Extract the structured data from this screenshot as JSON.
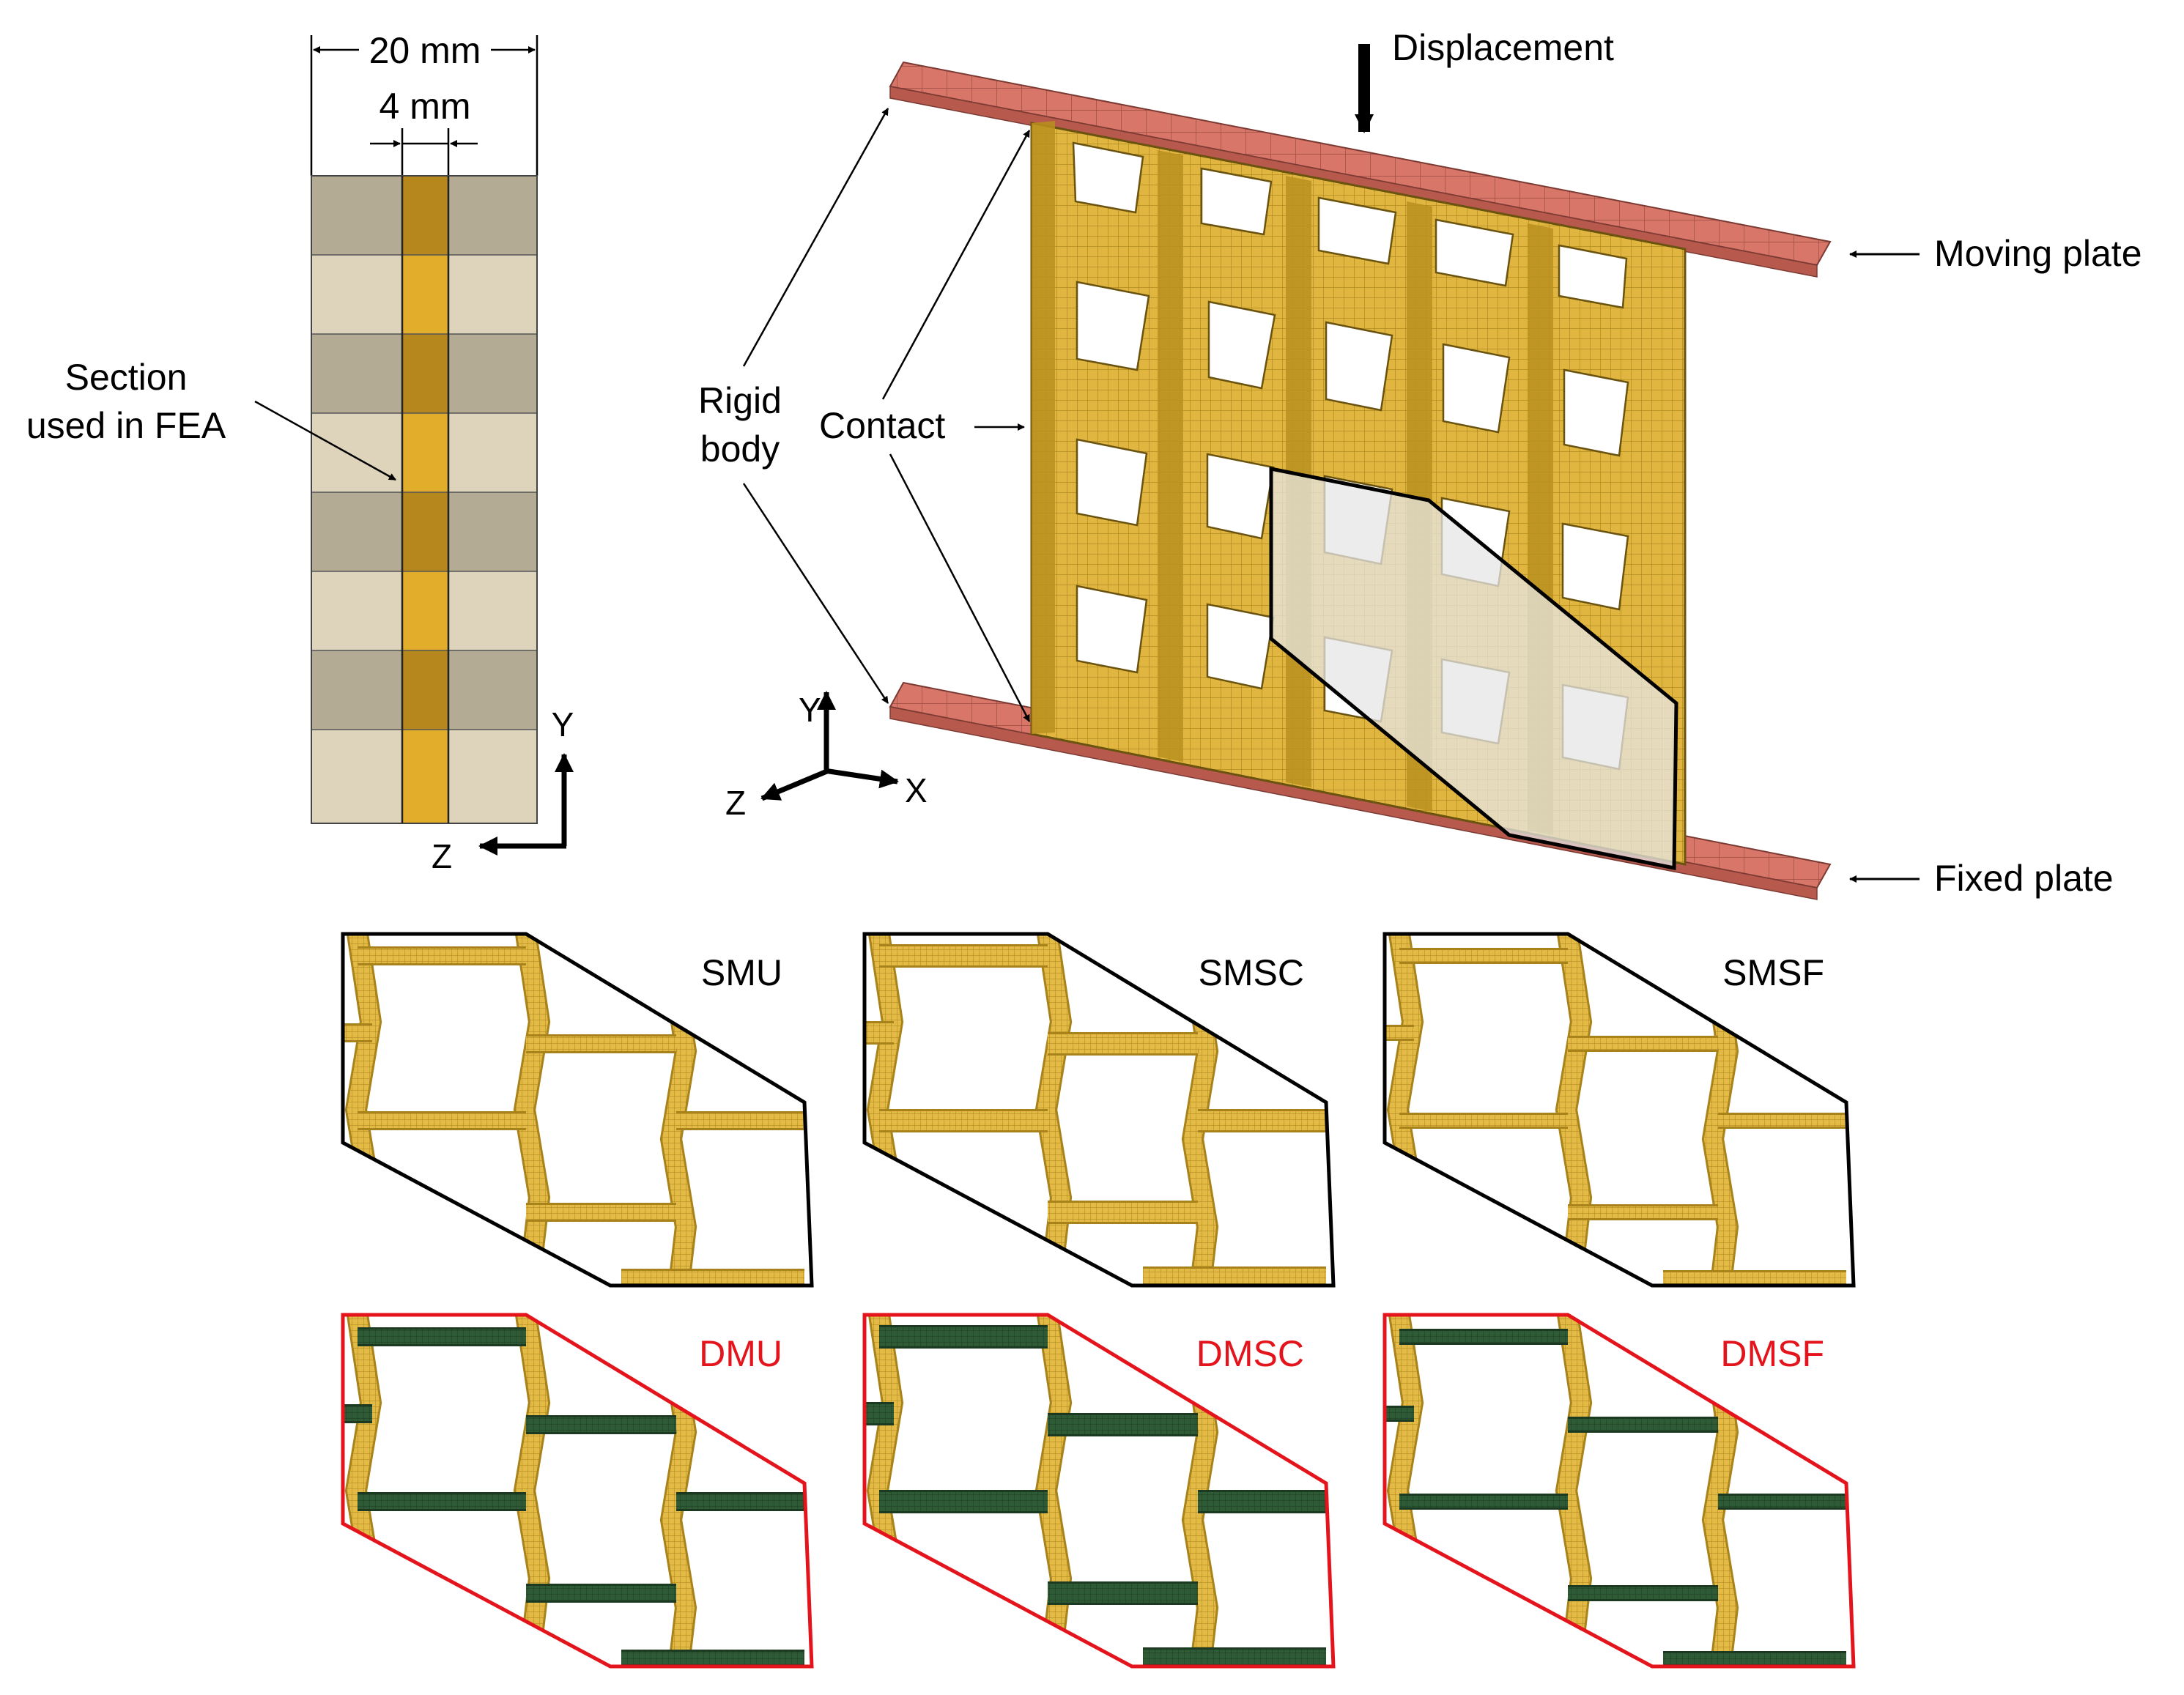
{
  "left_panel": {
    "width_label": "20 mm",
    "inner_width_label": "4 mm",
    "section_label_line1": "Section",
    "section_label_line2": "used in FEA",
    "axis_y": "Y",
    "axis_z": "Z"
  },
  "main_view": {
    "displacement_label": "Displacement",
    "moving_plate_label": "Moving plate",
    "fixed_plate_label": "Fixed plate",
    "rigid_body_line1": "Rigid",
    "rigid_body_line2": "body",
    "contact_label": "Contact",
    "axis_y": "Y",
    "axis_x": "X",
    "axis_z": "Z"
  },
  "variants": {
    "single_material": [
      "SMU",
      "SMSC",
      "SMSF"
    ],
    "dual_material": [
      "DMU",
      "DMSC",
      "DMSF"
    ]
  },
  "colors": {
    "plate": "#d9766a",
    "lattice": "#e0b43c",
    "lattice_dark": "#b08a1e",
    "dual_phase": "#2f5a36",
    "highlight_fill": "#e6e6e6",
    "red_outline": "#e4141c",
    "grey_block_dark": "#b4ab95",
    "grey_block_light": "#ddd4bb"
  }
}
